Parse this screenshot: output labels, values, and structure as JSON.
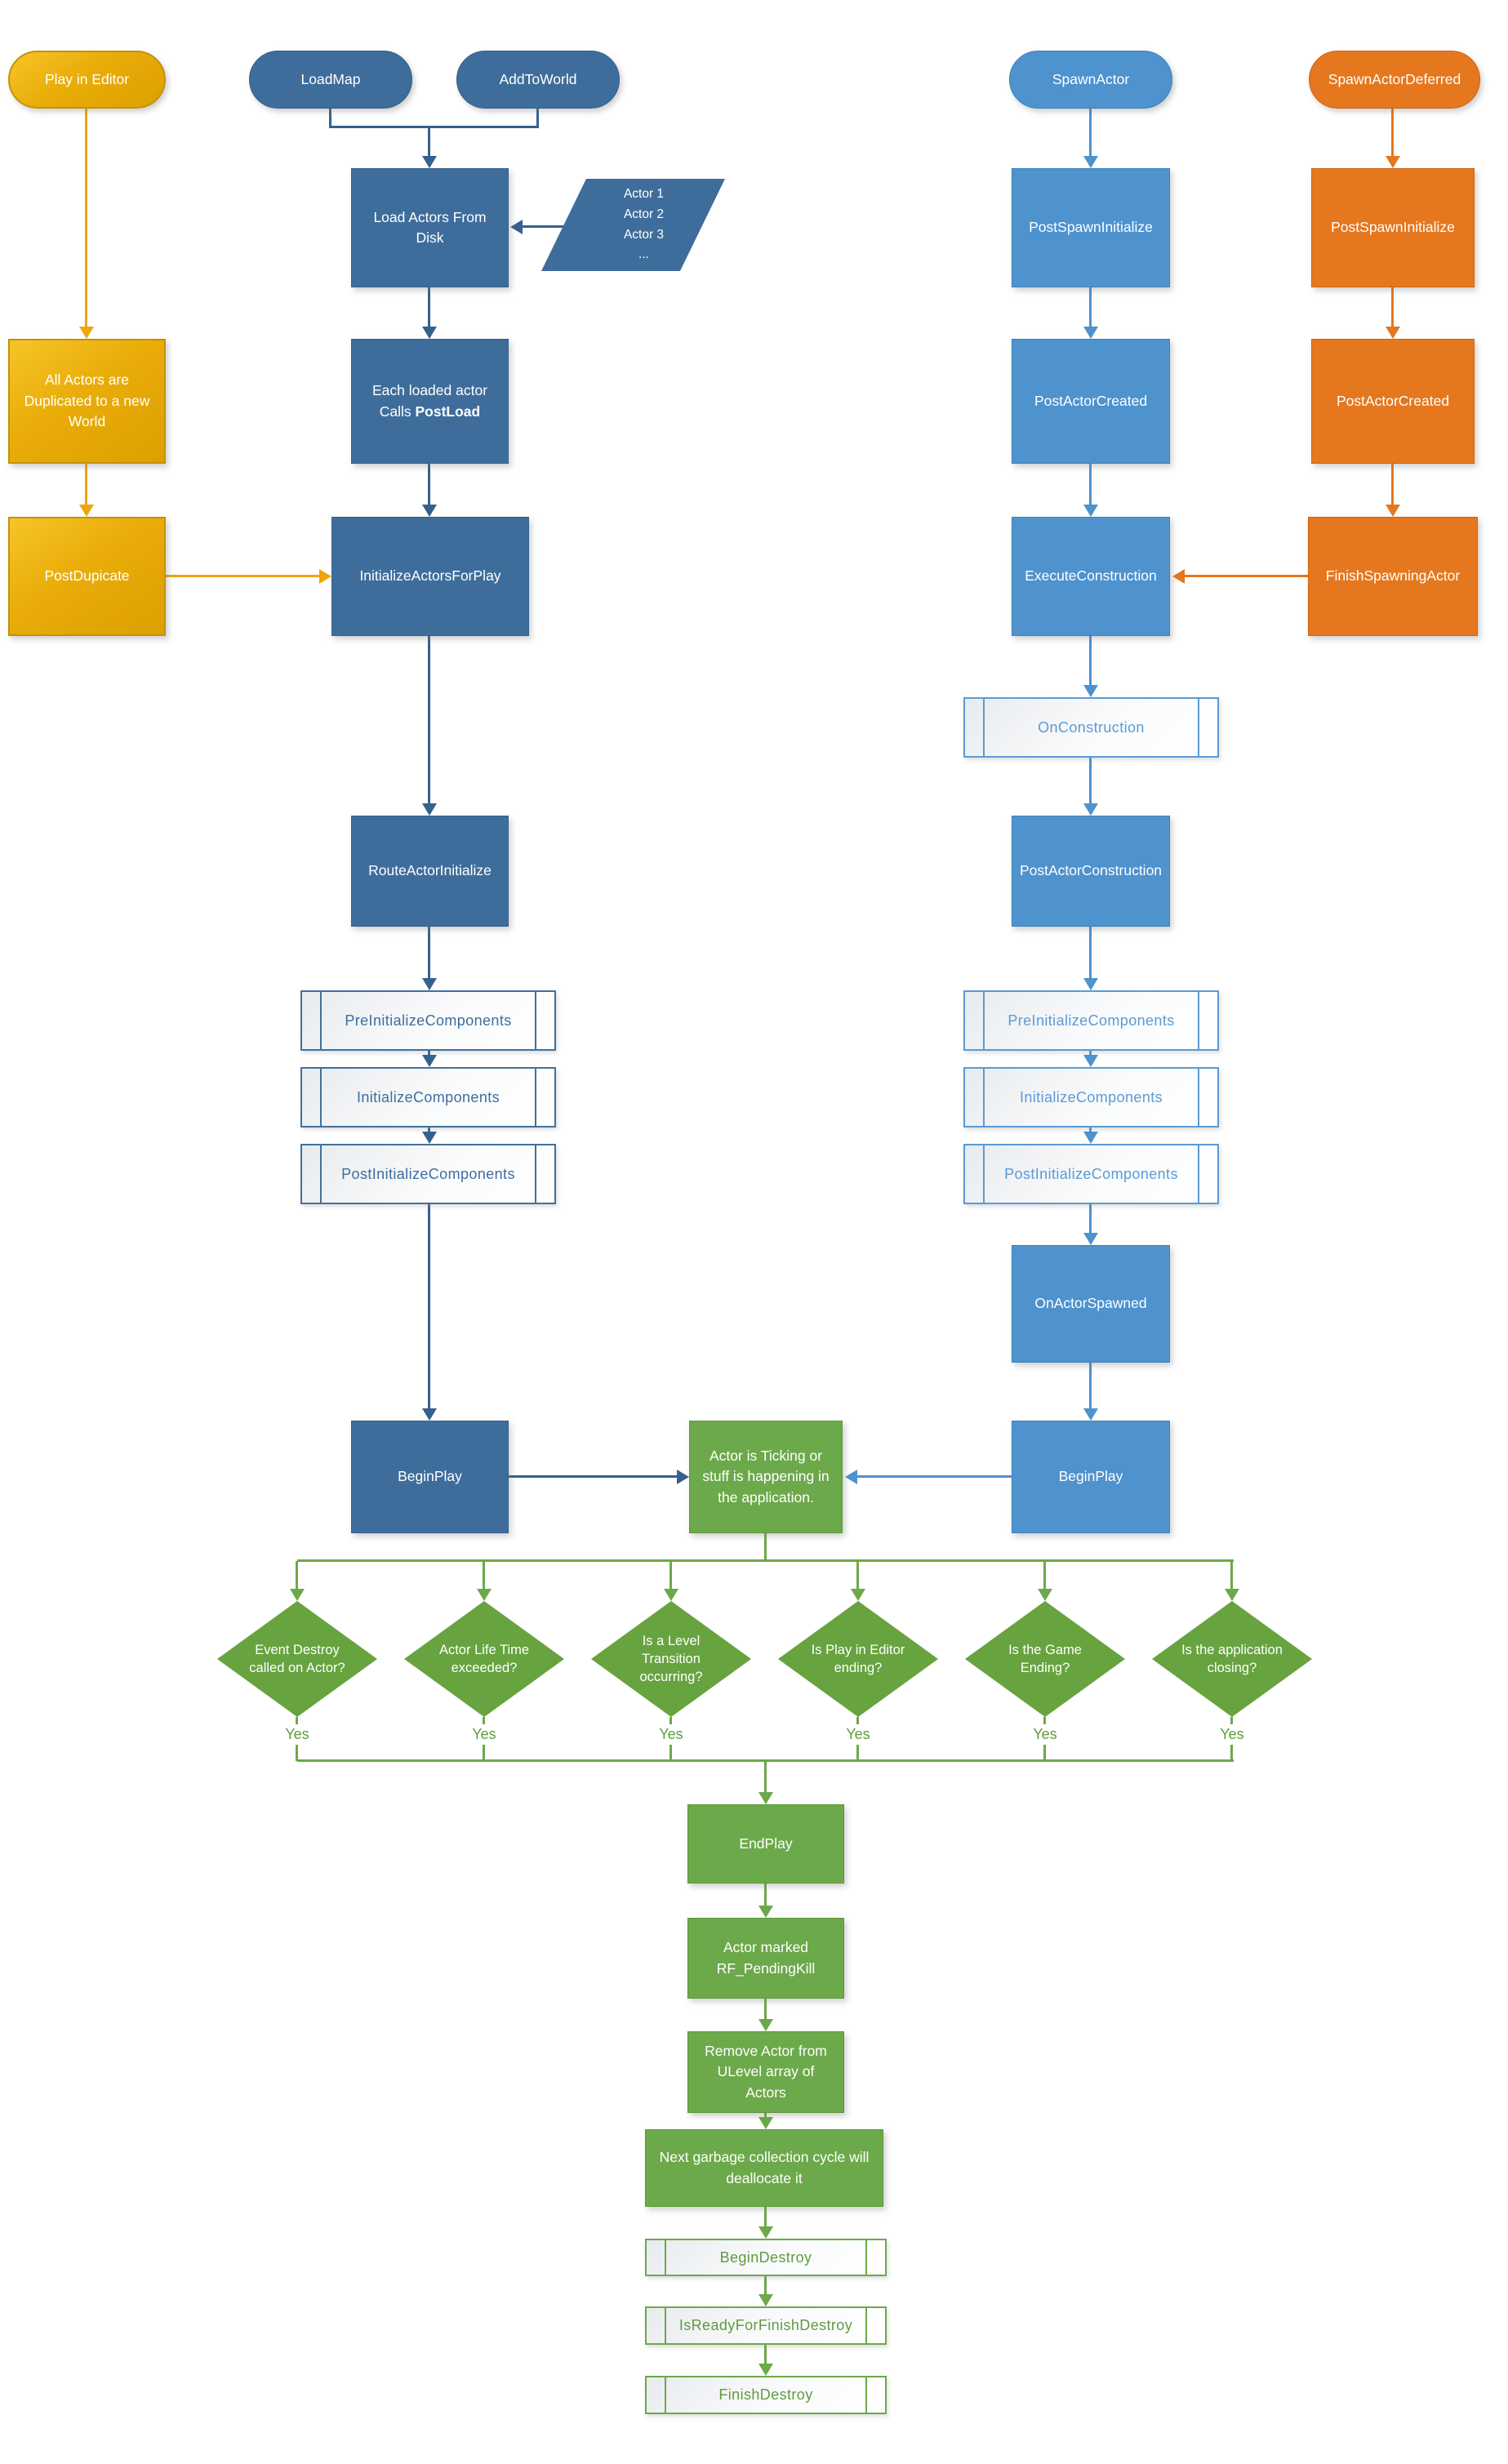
{
  "colors": {
    "gold": "#E9AC09",
    "dark_blue": "#3E6D9C",
    "light_blue": "#4E92CE",
    "orange": "#E5771E",
    "green": "#6CA94A"
  },
  "terminators": {
    "play_in_editor": "Play in Editor",
    "load_map": "LoadMap",
    "add_to_world": "AddToWorld",
    "spawn_actor": "SpawnActor",
    "spawn_actor_deferred": "SpawnActorDeferred"
  },
  "editor_path": {
    "all_actors_duplicated": "All Actors are Duplicated to a new World",
    "post_dupicate": "PostDupicate"
  },
  "load_path": {
    "load_actors_from_disk": "Load Actors From Disk",
    "actor_list": [
      "Actor 1",
      "Actor 2",
      "Actor 3",
      "..."
    ],
    "each_loaded_actor_line1": "Each loaded actor",
    "each_loaded_actor_line2_prefix": "Calls ",
    "each_loaded_actor_line2_bold": "PostLoad",
    "initialize_actors_for_play": "InitializeActorsForPlay",
    "route_actor_initialize": "RouteActorInitialize",
    "pre_initialize_components": "PreInitializeComponents",
    "initialize_components": "InitializeComponents",
    "post_initialize_components": "PostInitializeComponents",
    "begin_play": "BeginPlay"
  },
  "spawn_path": {
    "post_spawn_initialize": "PostSpawnInitialize",
    "post_actor_created": "PostActorCreated",
    "execute_construction": "ExecuteConstruction",
    "on_construction": "OnConstruction",
    "post_actor_construction": "PostActorConstruction",
    "pre_initialize_components": "PreInitializeComponents",
    "initialize_components": "InitializeComponents",
    "post_initialize_components": "PostInitializeComponents",
    "on_actor_spawned": "OnActorSpawned",
    "begin_play": "BeginPlay"
  },
  "deferred_path": {
    "post_spawn_initialize": "PostSpawnInitialize",
    "post_actor_created": "PostActorCreated",
    "finish_spawning_actor": "FinishSpawningActor"
  },
  "runtime": {
    "actor_ticking": "Actor is Ticking or stuff is happening in the application."
  },
  "decisions": [
    "Event Destroy called on Actor?",
    "Actor Life Time exceeded?",
    "Is a Level Transition occurring?",
    "Is Play in Editor ending?",
    "Is the Game Ending?",
    "Is the application closing?"
  ],
  "yes_label": "Yes",
  "destroy_path": {
    "end_play": "EndPlay",
    "actor_marked": "Actor marked RF_PendingKill",
    "remove_actor": "Remove Actor from ULevel array of Actors",
    "next_gc": "Next garbage collection cycle will deallocate it",
    "begin_destroy": "BeginDestroy",
    "is_ready_for_finish_destroy": "IsReadyForFinishDestroy",
    "finish_destroy": "FinishDestroy"
  }
}
